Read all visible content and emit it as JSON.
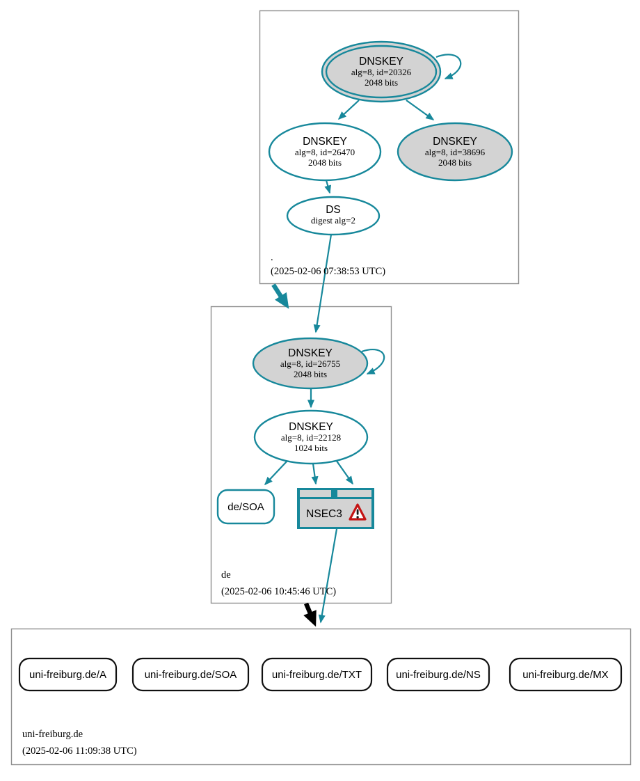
{
  "diagram": {
    "kind": "dnssec-authentication-chain",
    "colors": {
      "secure_edge_teal": "#17889b",
      "insecure_edge_black": "#000000",
      "node_fill_gray": "#d3d3d3",
      "node_fill_white": "#ffffff",
      "zone_box_border_gray": "#8f8f8f",
      "warning_red": "#c41414"
    },
    "icons": {
      "nsec3_warning": "warning-triangle-icon"
    },
    "zones": [
      {
        "name": ".",
        "timestamp": "(2025-02-06 07:38:53 UTC)",
        "nodes": {
          "ksk": {
            "type": "DNSKEY",
            "params": "alg=8, id=20326",
            "size": "2048 bits"
          },
          "zsk": {
            "type": "DNSKEY",
            "params": "alg=8, id=26470",
            "size": "2048 bits"
          },
          "dnskey38696": {
            "type": "DNSKEY",
            "params": "alg=8, id=38696",
            "size": "2048 bits"
          },
          "ds": {
            "type": "DS",
            "params": "digest alg=2"
          }
        }
      },
      {
        "name": "de",
        "timestamp": "(2025-02-06 10:45:46 UTC)",
        "nodes": {
          "ksk": {
            "type": "DNSKEY",
            "params": "alg=8, id=26755",
            "size": "2048 bits"
          },
          "zsk": {
            "type": "DNSKEY",
            "params": "alg=8, id=22128",
            "size": "1024 bits"
          },
          "soa": {
            "label": "de/SOA"
          },
          "nsec3": {
            "label": "NSEC3"
          }
        }
      },
      {
        "name": "uni-freiburg.de",
        "timestamp": "(2025-02-06 11:09:38 UTC)",
        "rrsets": [
          {
            "label": "uni-freiburg.de/A"
          },
          {
            "label": "uni-freiburg.de/SOA"
          },
          {
            "label": "uni-freiburg.de/TXT"
          },
          {
            "label": "uni-freiburg.de/NS"
          },
          {
            "label": "uni-freiburg.de/MX"
          }
        ]
      }
    ]
  }
}
